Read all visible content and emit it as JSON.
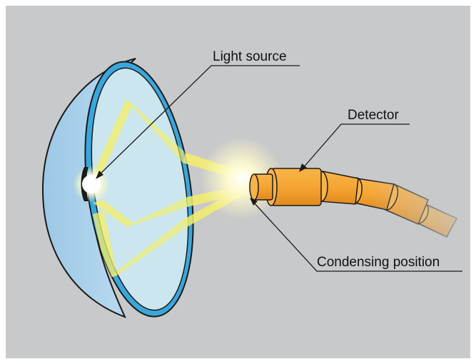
{
  "diagram": {
    "labels": {
      "light_source": "Light source",
      "detector": "Detector",
      "condensing_position": "Condensing position"
    },
    "colors": {
      "panel_background": "#c8c9cb",
      "mirror_rim": "#3aa7dc",
      "mirror_inner": "#cbe6ee",
      "mirror_shell": "#a8cfe9",
      "light_beam": "#f4ef6a",
      "detector_orange": "#f5a533",
      "outline": "#1a1a1a"
    }
  }
}
